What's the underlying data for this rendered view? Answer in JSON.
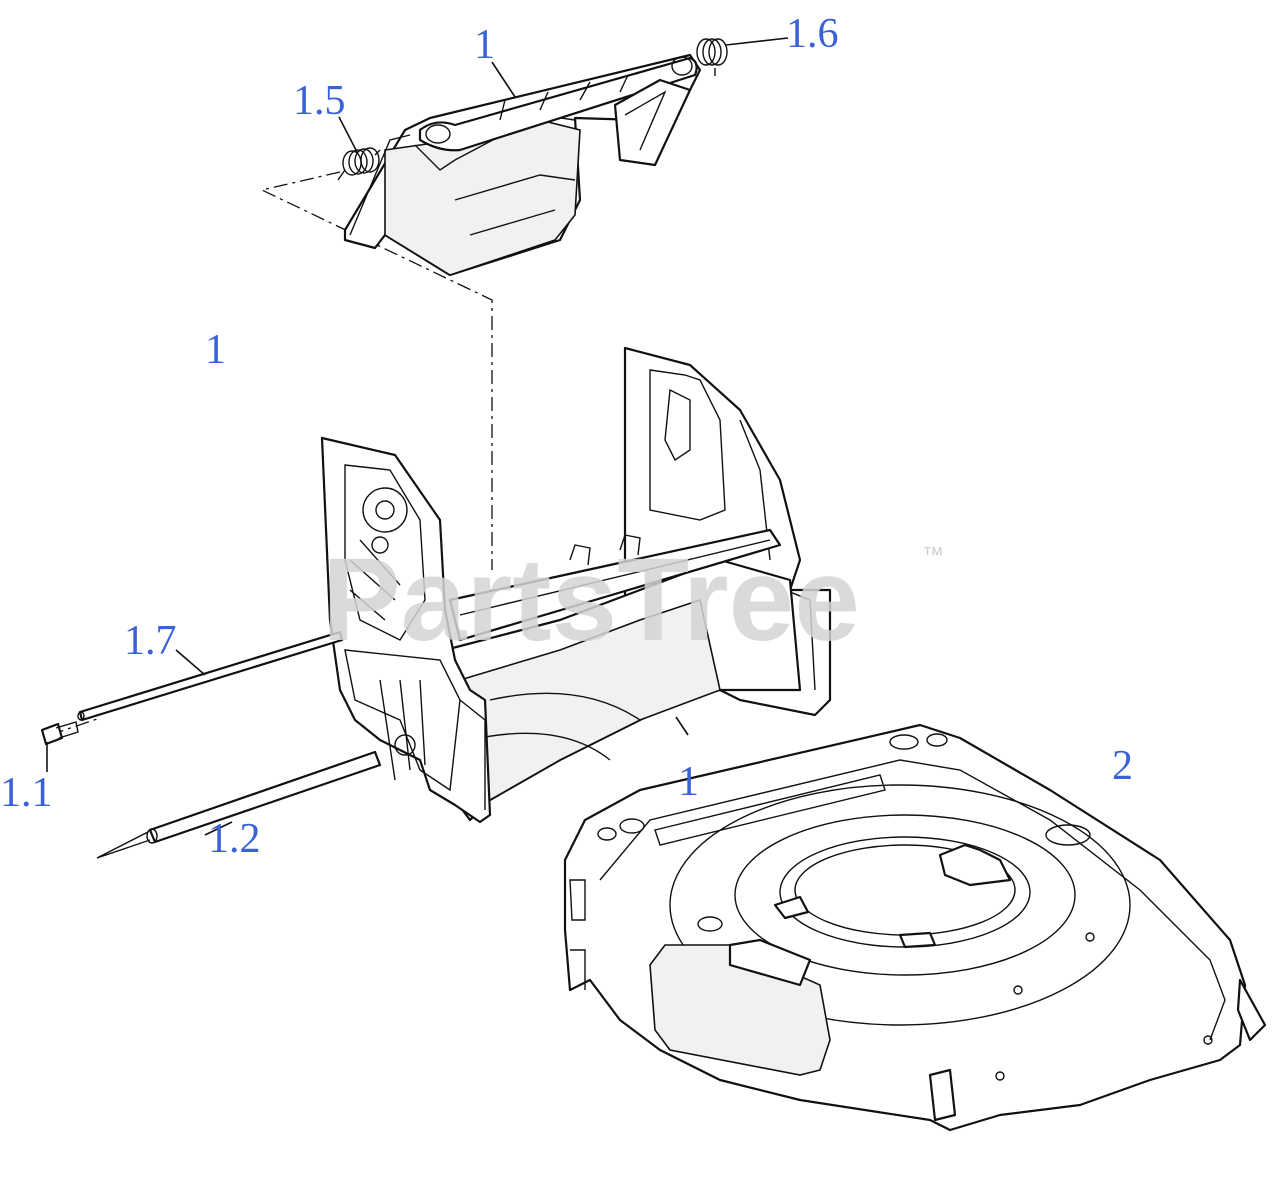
{
  "watermark": {
    "text": "PartsTree",
    "trademark": "™"
  },
  "callouts": [
    {
      "id": "c-1-top",
      "text": "1"
    },
    {
      "id": "c-1-6",
      "text": "1.6"
    },
    {
      "id": "c-1-5",
      "text": "1.5"
    },
    {
      "id": "c-1-left",
      "text": "1"
    },
    {
      "id": "c-1-7",
      "text": "1.7"
    },
    {
      "id": "c-1-1",
      "text": "1.1"
    },
    {
      "id": "c-1-2",
      "text": "1.2"
    },
    {
      "id": "c-1-mid",
      "text": "1"
    },
    {
      "id": "c-2",
      "text": "2"
    }
  ],
  "colors": {
    "callout": "#3a62d8",
    "line": "#111111",
    "watermark": "#d4d4d4"
  }
}
